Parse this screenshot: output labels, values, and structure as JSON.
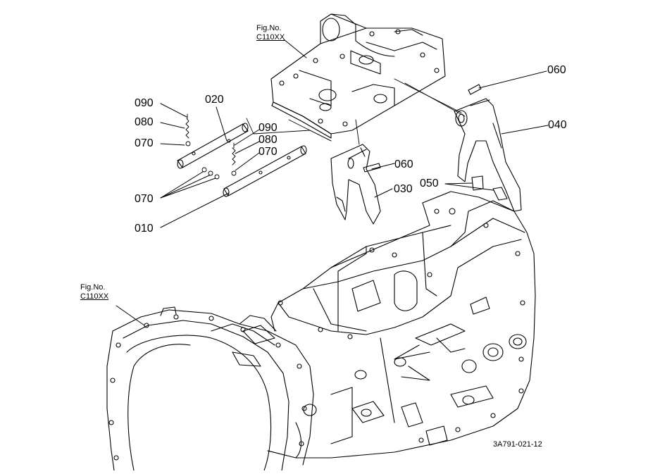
{
  "figure_refs": {
    "top": {
      "line1": "Fig.No.",
      "line2": "C110XX"
    },
    "left": {
      "line1": "Fig.No.",
      "line2": "C110XX"
    }
  },
  "part_labels": {
    "p090_a": "090",
    "p080_a": "080",
    "p070_a": "070",
    "p020": "020",
    "p090_b": "090",
    "p080_b": "080",
    "p070_b": "070",
    "p070_c": "070",
    "p010": "010",
    "p060_a": "060",
    "p030": "030",
    "p060_b": "060",
    "p040": "040",
    "p050": "050"
  },
  "drawing_code": "3A791-021-12"
}
